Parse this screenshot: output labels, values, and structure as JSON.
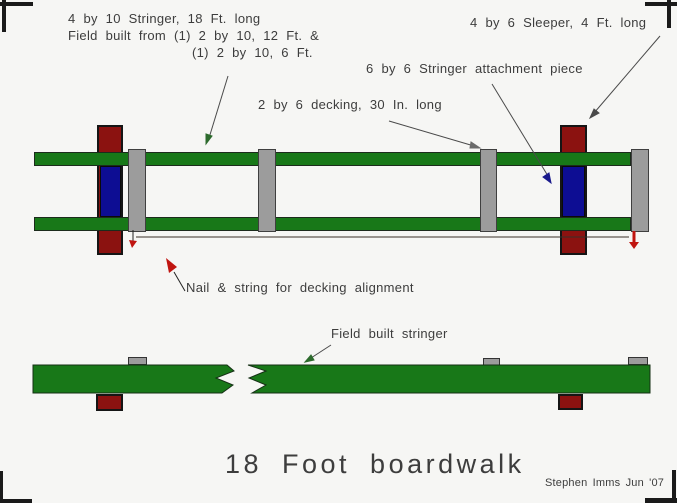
{
  "annotations": {
    "stringer_label_line1": "4 by 10 Stringer, 18 Ft. long",
    "stringer_label_line2": "Field built from (1) 2 by 10, 12 Ft. &",
    "stringer_label_line3": "(1) 2 by 10, 6 Ft.",
    "sleeper_label": "4 by 6 Sleeper, 4 Ft. long",
    "attachment_label": "6 by 6 Stringer attachment piece",
    "decking_label": "2 by 6 decking, 30 In. long",
    "nail_label": "Nail & string for decking alignment",
    "field_stringer_label": "Field built stringer"
  },
  "footer": {
    "title": "18 Foot boardwalk",
    "credit": "Stephen Imms Jun '07"
  },
  "colors": {
    "background": "#f6f6f4",
    "text": "#3d3d3d",
    "stringer_green": "#187818",
    "sleeper_red": "#8b1210",
    "attachment_blue": "#0d0d93",
    "decking_gray": "#9c9c9c",
    "line": "#4a4a4a",
    "nail_red": "#c01510"
  }
}
